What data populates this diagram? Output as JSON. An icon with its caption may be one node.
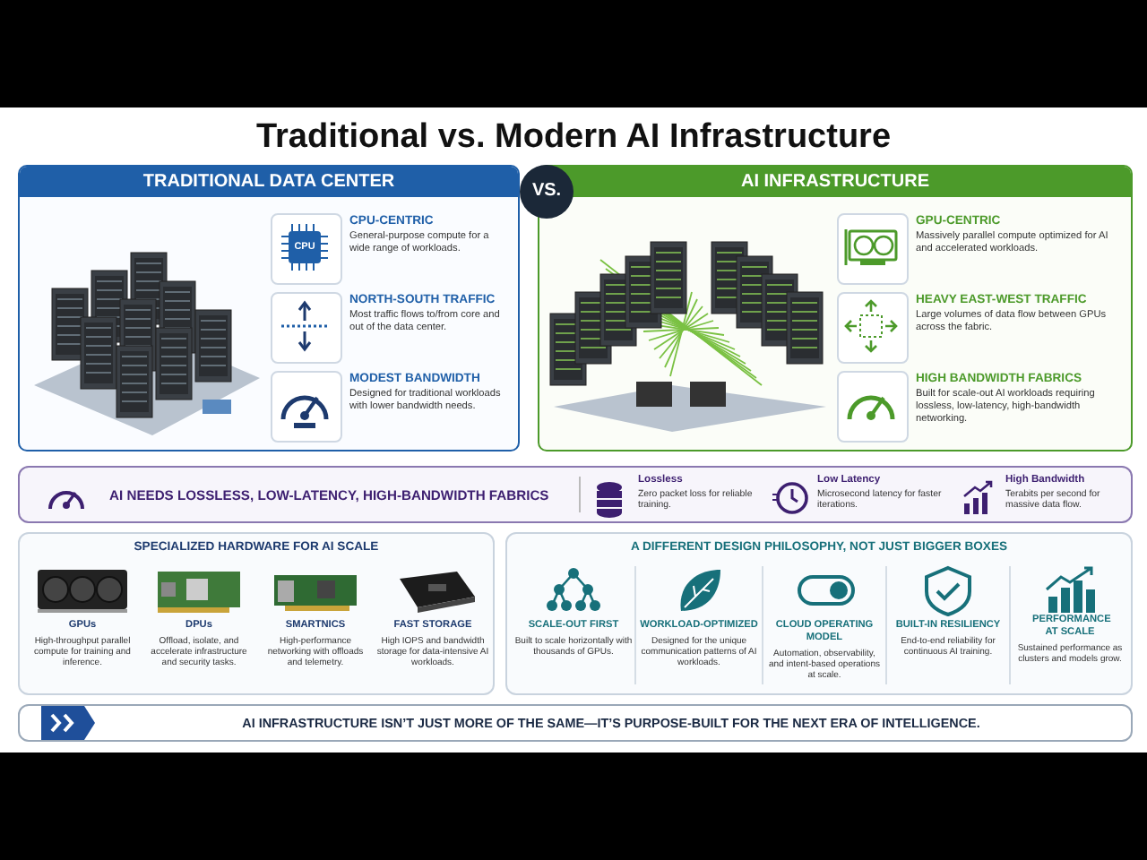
{
  "diagram": {
    "title": "Traditional vs. Modern AI Infrastructure",
    "nodes": [
      {
        "text": [
          "TRADITIONAL DATA CENTER"
        ]
      },
      {
        "text": [],
        "shape": "picture",
        "in": 0
      },
      {
        "text": [
          "CPU-CENTRIC",
          "General-purpose compute for a wide range of workloads."
        ],
        "in": 0
      },
      {
        "text": [
          "NORTH-SOUTH TRAFFIC",
          "Most traffic flows to/from core and out of the data center."
        ],
        "in": 0
      },
      {
        "text": [
          "MODEST BANDWIDTH",
          "Designed for traditional workloads with lower bandwidth needs."
        ],
        "in": 0
      },
      {
        "text": [
          "VS."
        ]
      },
      {
        "text": [
          "AI INFRASTRUCTURE"
        ]
      },
      {
        "text": [],
        "shape": "picture",
        "in": 6
      },
      {
        "text": [
          "GPU-CENTRIC",
          "Massively parallel compute optimized for AI and accelerated workloads."
        ],
        "in": 6
      },
      {
        "text": [
          "HEAVY EAST-WEST TRAFFIC",
          "Large volumes of data flow between GPUs across the fabric."
        ],
        "in": 6
      },
      {
        "text": [
          "HIGH BANDWIDTH FABRICS",
          "Built for scale-out AI workloads requiring lossless, low-latency, high-bandwidth networking."
        ],
        "in": 6
      },
      {
        "text": [
          "AI NEEDS LOSSLESS, LOW-LATENCY, HIGH-BANDWIDTH FABRICS"
        ]
      },
      {
        "text": [
          "Lossless",
          "Zero packet loss for reliable training."
        ],
        "in": 11
      },
      {
        "text": [
          "Low Latency",
          "Microsecond latency for faster iterations."
        ],
        "in": 11
      },
      {
        "text": [
          "High Bandwidth",
          "Terabits per second for massive data flow."
        ],
        "in": 11
      },
      {
        "text": [
          "SPECIALIZED HARDWARE FOR AI SCALE"
        ]
      },
      {
        "text": [
          "GPUs",
          "High-throughput parallel compute for training and inference."
        ],
        "in": 15
      },
      {
        "text": [
          "DPUs",
          "Offload, isolate, and accelerate infrastructure and security tasks."
        ],
        "in": 15
      },
      {
        "text": [
          "SMARTNICS",
          "High-performance networking with offloads and telemetry."
        ],
        "in": 15
      },
      {
        "text": [
          "FAST STORAGE",
          "High IOPS and bandwidth storage for data-intensive AI workloads."
        ],
        "in": 15
      },
      {
        "text": [
          "A DIFFERENT DESIGN PHILOSOPHY, NOT JUST BIGGER BOXES"
        ]
      },
      {
        "text": [
          "SCALE-OUT FIRST",
          "Built to scale horizontally with thousands of GPUs."
        ],
        "in": 20
      },
      {
        "text": [
          "WORKLOAD-OPTIMIZED",
          "Designed for the unique communication patterns of AI workloads."
        ],
        "in": 20
      },
      {
        "text": [
          "CLOUD OPERATING MODEL",
          "Automation, observability, and intent-based operations at scale."
        ],
        "in": 20
      },
      {
        "text": [
          "BUILT-IN RESILIENCY",
          "End-to-end reliability for continuous AI training."
        ],
        "in": 20
      },
      {
        "text": [
          "PERFORMANCE AT SCALE",
          "Sustained performance as clusters and models grow."
        ],
        "in": 20
      },
      {
        "text": [
          "AI INFRASTRUCTURE ISN’T JUST MORE OF THE SAME—IT’S PURPOSE-BUILT FOR THE NEXT ERA OF INTELLIGENCE."
        ]
      }
    ],
    "edges": [],
    "labels": [
      "CPU"
    ]
  }
}
